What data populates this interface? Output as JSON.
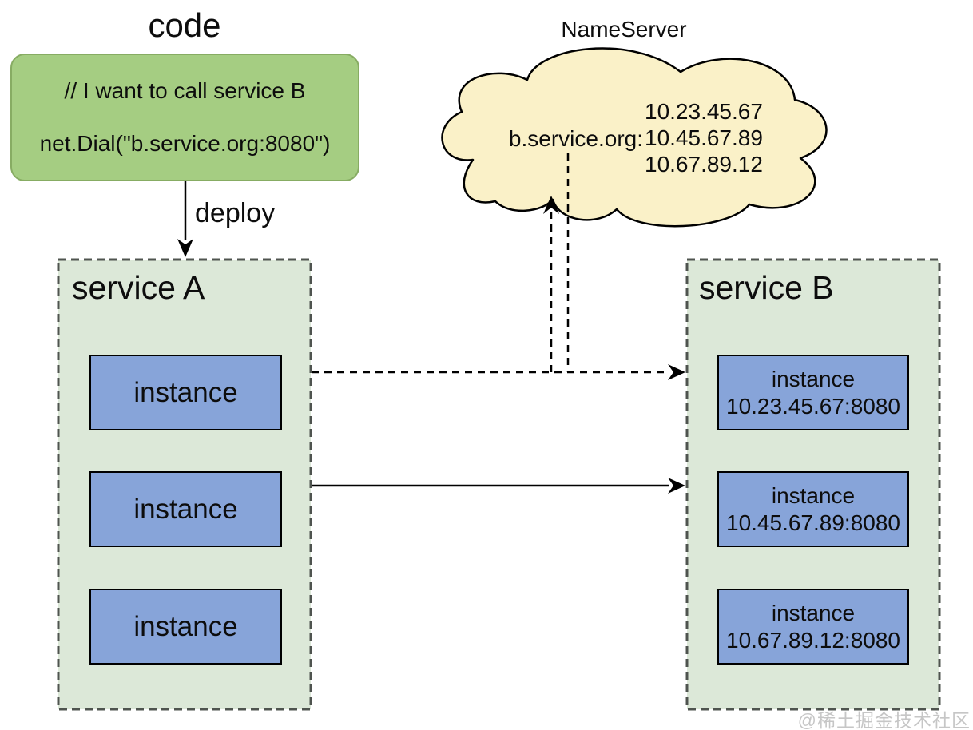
{
  "code_block": {
    "title": "code",
    "comment_line": "// I want to call service B",
    "code_line": "net.Dial(\"b.service.org:8080\")"
  },
  "deploy": {
    "label": "deploy"
  },
  "nameserver": {
    "title": "NameServer",
    "domain_label": "b.service.org:",
    "ips": [
      "10.23.45.67",
      "10.45.67.89",
      "10.67.89.12"
    ]
  },
  "service_a": {
    "title": "service A",
    "instances": [
      {
        "name": "instance"
      },
      {
        "name": "instance"
      },
      {
        "name": "instance"
      }
    ]
  },
  "service_b": {
    "title": "service B",
    "instances": [
      {
        "name": "instance",
        "address": "10.23.45.67:8080"
      },
      {
        "name": "instance",
        "address": "10.45.67.89:8080"
      },
      {
        "name": "instance",
        "address": "10.67.89.12:8080"
      }
    ]
  },
  "watermark": "@稀土掘金技术社区",
  "colors": {
    "code_box_fill": "#a5cd82",
    "code_box_border": "#87ac63",
    "cloud_fill": "#faf1c8",
    "service_box_fill": "#dce8d8",
    "service_box_border": "#4f544f",
    "instance_fill": "#87a4d9",
    "line_color": "#000000",
    "watermark_color": "#c6c6c6"
  }
}
